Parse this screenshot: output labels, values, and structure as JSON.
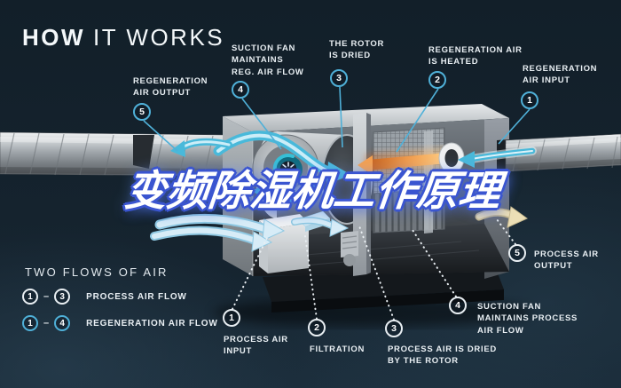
{
  "title": {
    "word_bold": "HOW",
    "word_light": "IT WORKS"
  },
  "banner": {
    "text": "变频除湿机工作原理"
  },
  "legend": {
    "title": "TWO FLOWS OF AIR",
    "rows": [
      {
        "from": "1",
        "dash": "–",
        "to": "3",
        "label": "PROCESS AIR FLOW",
        "style": "white"
      },
      {
        "from": "1",
        "dash": "–",
        "to": "4",
        "label": "REGENERATION AIR FLOW",
        "style": "blue"
      }
    ]
  },
  "callouts_top": [
    {
      "num": "5",
      "text": "REGENERATION\nAIR OUTPUT"
    },
    {
      "num": "4",
      "text": "SUCTION FAN\nMAINTAINS\nREG. AIR FLOW"
    },
    {
      "num": "3",
      "text": "THE ROTOR\nIS DRIED"
    },
    {
      "num": "2",
      "text": "REGENERATION AIR\nIS HEATED"
    },
    {
      "num": "1",
      "text": "REGENERATION\nAIR INPUT"
    }
  ],
  "callouts_bottom": [
    {
      "num": "1",
      "text": "PROCESS AIR\nINPUT"
    },
    {
      "num": "2",
      "text": "FILTRATION"
    },
    {
      "num": "3",
      "text": "PROCESS AIR IS DRIED\nBY THE ROTOR"
    },
    {
      "num": "4",
      "text": "SUCTION FAN\nMAINTAINS PROCESS\nAIR FLOW"
    },
    {
      "num": "5",
      "text": "PROCESS AIR\nOUTPUT"
    }
  ],
  "colors": {
    "background": "#15232e",
    "accent_blue": "#4fb0d8",
    "banner_outline": "#3a55d0",
    "heater_orange": "#ef8f3e",
    "process_ribbon": "#d7ecf7",
    "output_cream": "#ecdfb6"
  }
}
